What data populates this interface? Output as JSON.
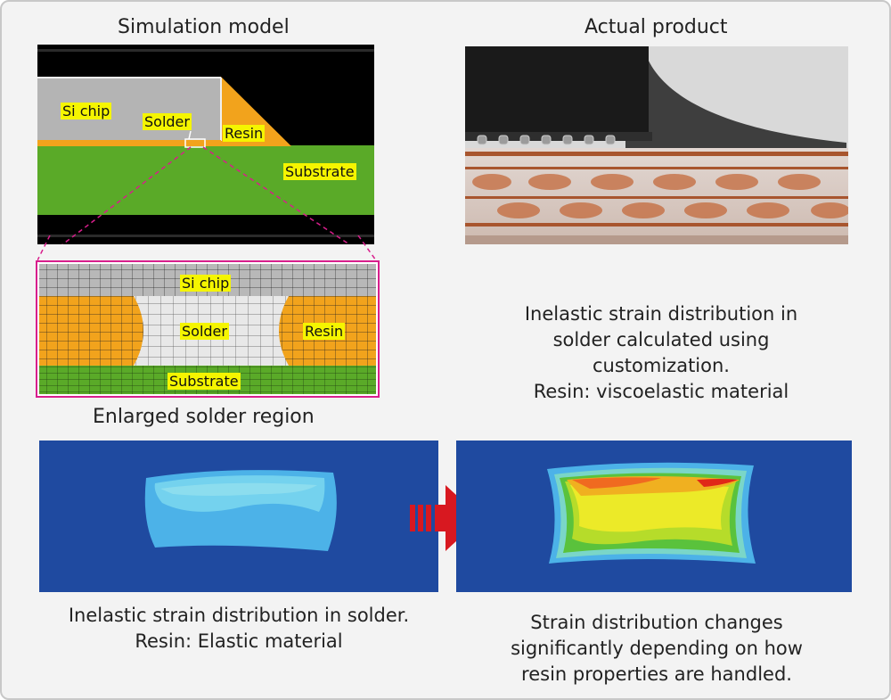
{
  "sim": {
    "title": "Simulation model",
    "labels": {
      "si_chip": "Si chip",
      "solder": "Solder",
      "resin": "Resin",
      "substrate": "Substrate"
    }
  },
  "actual": {
    "title": "Actual product"
  },
  "enlarged": {
    "caption": "Enlarged solder region",
    "labels": {
      "si_chip": "Si chip",
      "solder": "Solder",
      "resin": "Resin",
      "substrate": "Substrate"
    }
  },
  "right_caption": {
    "line1": "Inelastic strain distribution in",
    "line2": "solder calculated using",
    "line3": "customization.",
    "line4": "Resin: viscoelastic material"
  },
  "left_bottom_caption": {
    "line1": "Inelastic strain distribution in solder.",
    "line2": "Resin: Elastic material"
  },
  "right_bottom_caption": {
    "line1": "Strain distribution changes",
    "line2": "significantly depending on how",
    "line3": "resin properties are handled."
  },
  "colors": {
    "silicon": "#b4b4b4",
    "resin": "#f2a31c",
    "substrate": "#5aaa28",
    "label_bg": "#f5f500",
    "contour_bg": "#1f4aa0",
    "arrow": "#d81820",
    "highlight_border": "#d81e8c"
  }
}
